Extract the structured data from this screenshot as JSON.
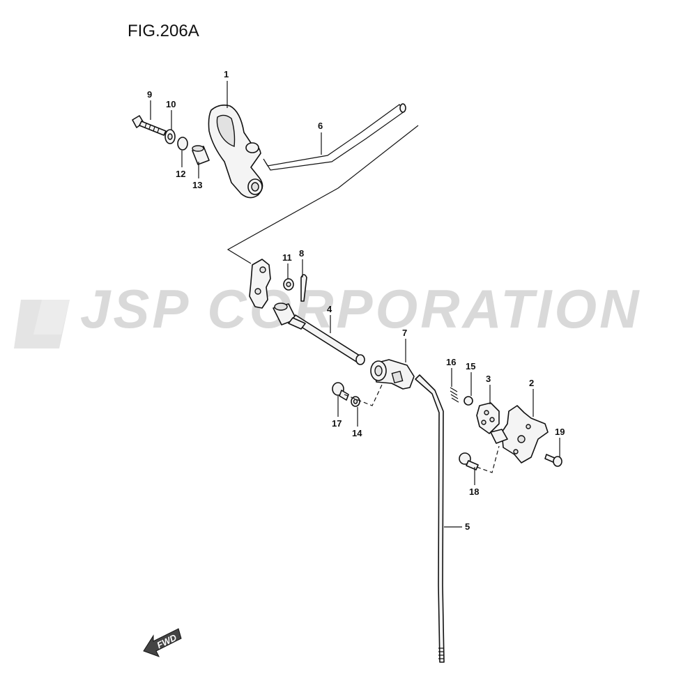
{
  "figure": {
    "title": "FIG.206A",
    "watermark": "JSP CORPORATION",
    "fwd_label": "FWD"
  },
  "callouts": [
    {
      "id": "c1",
      "label": "1"
    },
    {
      "id": "c2",
      "label": "2"
    },
    {
      "id": "c3",
      "label": "3"
    },
    {
      "id": "c4",
      "label": "4"
    },
    {
      "id": "c5",
      "label": "5"
    },
    {
      "id": "c6",
      "label": "6"
    },
    {
      "id": "c7",
      "label": "7"
    },
    {
      "id": "c8",
      "label": "8"
    },
    {
      "id": "c9",
      "label": "9"
    },
    {
      "id": "c10",
      "label": "10"
    },
    {
      "id": "c11",
      "label": "11"
    },
    {
      "id": "c12",
      "label": "12"
    },
    {
      "id": "c13",
      "label": "13"
    },
    {
      "id": "c14",
      "label": "14"
    },
    {
      "id": "c15",
      "label": "15"
    },
    {
      "id": "c16",
      "label": "16"
    },
    {
      "id": "c17",
      "label": "17"
    },
    {
      "id": "c18",
      "label": "18"
    },
    {
      "id": "c19",
      "label": "19"
    }
  ],
  "colors": {
    "line": "#111111",
    "watermark": "#d9d9d9",
    "background": "#ffffff"
  }
}
